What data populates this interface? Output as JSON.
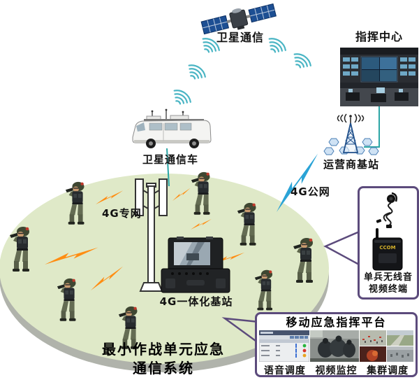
{
  "labels": {
    "satellite": "卫星通信",
    "command_center": "指挥中心",
    "satellite_van": "卫星通信车",
    "carrier_station": "运营商基站",
    "public_network": "4G公网",
    "private_network": "4G专网",
    "integrated_base_station": "4G一体化基站"
  },
  "terminal_box": {
    "label_line1": "单兵无线音",
    "label_line2": "视频终端",
    "device_logo": "CCOM"
  },
  "platform_box": {
    "title": "移动应急指挥平台",
    "captions": [
      "语音调度",
      "视频监控",
      "集群调度"
    ]
  },
  "system_title": {
    "line1": "最小作战单元应急",
    "line2": "通信系统"
  },
  "colors": {
    "zone_fill": "#dfe9c8",
    "zone_rim": "#b0b3ab",
    "bolt_orange": "#ff8d12",
    "bolt_blue": "#2aa3d6",
    "wave_teal": "#4ab5c4",
    "line_teal": "#2ba5a5",
    "box_border": "#5c4b7c",
    "panel_blue": "#1d4f93"
  }
}
